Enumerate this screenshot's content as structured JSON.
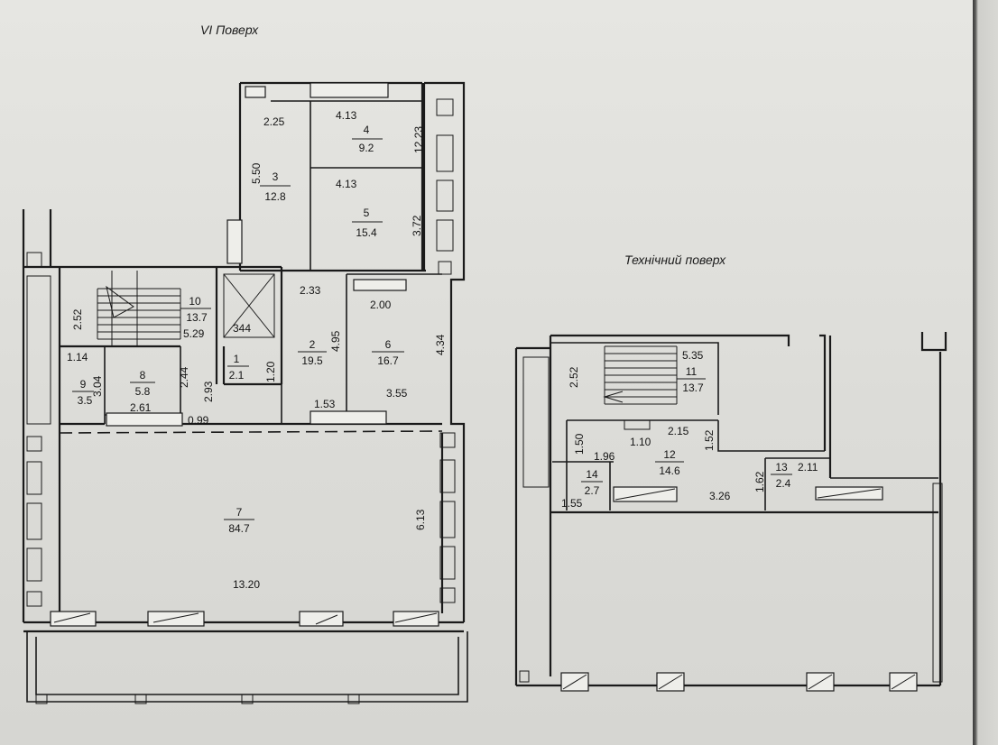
{
  "titles": {
    "floor6": "VI Поверх",
    "tech": "Технічний поверх"
  },
  "floor6": {
    "rooms": {
      "r1": {
        "num": "1",
        "area": "2.1"
      },
      "r2": {
        "num": "2",
        "area": "19.5"
      },
      "r3": {
        "num": "3",
        "area": "12.8"
      },
      "r4": {
        "num": "4",
        "area": "9.2"
      },
      "r5": {
        "num": "5",
        "area": "15.4"
      },
      "r6": {
        "num": "6",
        "area": "16.7"
      },
      "r7": {
        "num": "7",
        "area": "84.7"
      },
      "r8": {
        "num": "8",
        "area": "5.8"
      },
      "r9": {
        "num": "9",
        "area": "3.5"
      },
      "r10": {
        "num": "10",
        "area": "13.7"
      }
    },
    "dims": {
      "d_2_25": "2.25",
      "d_4_13a": "4.13",
      "d_12_23": "12.23",
      "d_5_50": "5.50",
      "d_4_13b": "4.13",
      "d_3_72": "3.72",
      "d_2_33": "2.33",
      "d_2_00": "2.00",
      "d_2_52": "2.52",
      "d_5_29": "5.29",
      "d_344": "344",
      "d_4_95": "4.95",
      "d_4_34": "4.34",
      "d_1_14": "1.14",
      "d_3_04": "3.04",
      "d_2_44": "2.44",
      "d_2_93": "2.93",
      "d_1_20": "1.20",
      "d_1_53": "1.53",
      "d_3_55": "3.55",
      "d_2_61": "2.61",
      "d_0_99": "0.99",
      "d_6_13": "6.13",
      "d_13_20": "13.20"
    }
  },
  "tech": {
    "rooms": {
      "r11": {
        "num": "11",
        "area": "13.7"
      },
      "r12": {
        "num": "12",
        "area": "14.6"
      },
      "r13": {
        "num": "13",
        "area": "2.4"
      },
      "r14": {
        "num": "14",
        "area": "2.7"
      }
    },
    "dims": {
      "d_5_35": "5.35",
      "d_2_52": "2.52",
      "d_1_10": "1.10",
      "d_2_15": "2.15",
      "d_1_50": "1.50",
      "d_1_52": "1.52",
      "d_1_96": "1.96",
      "d_1_55": "1.55",
      "d_3_26": "3.26",
      "d_1_62": "1.62",
      "d_2_11": "2.11"
    }
  },
  "colors": {
    "paper": "#dcdcd8",
    "ink": "#1a1a1a"
  }
}
